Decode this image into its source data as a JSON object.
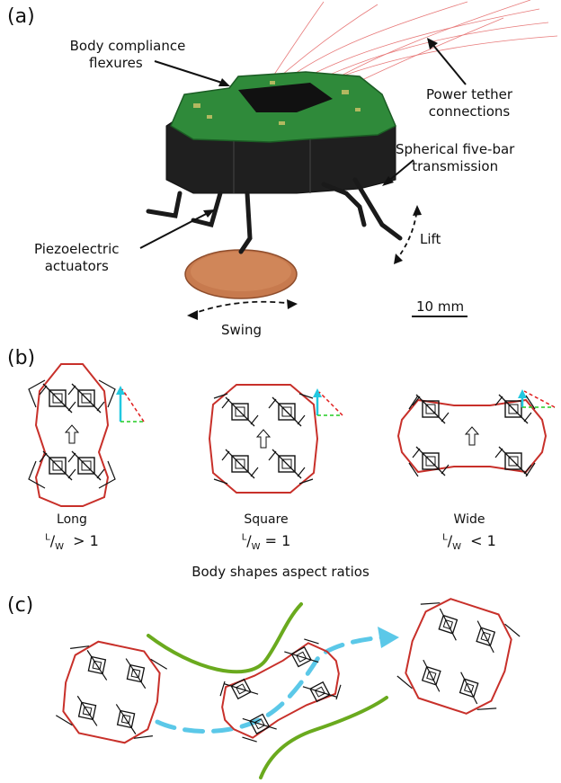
{
  "panels": {
    "a": {
      "letter": "(a)",
      "callouts": {
        "body_compliance": [
          "Body compliance",
          "flexures"
        ],
        "power_tether": [
          "Power tether",
          "connections"
        ],
        "five_bar": [
          "Spherical five-bar",
          "transmission"
        ],
        "piezo": [
          "Piezoelectric",
          "actuators"
        ],
        "lift": "Lift",
        "swing": "Swing",
        "scale_bar": "10 mm"
      }
    },
    "b": {
      "letter": "(b)",
      "shapes": [
        {
          "label": "Long",
          "ratio_l": "L",
          "ratio_w": "W",
          "ratio_rel": "> 1"
        },
        {
          "label": "Square",
          "ratio_l": "L",
          "ratio_w": "W",
          "ratio_rel": "= 1"
        },
        {
          "label": "Wide",
          "ratio_l": "L",
          "ratio_w": "W",
          "ratio_rel": "< 1"
        }
      ],
      "caption": "Body shapes aspect ratios"
    },
    "c": {
      "letter": "(c)"
    }
  },
  "colors": {
    "body_outline": "#c8302a",
    "path_arrow": "#5bc8e8",
    "walls": "#6aaa1e",
    "swing_vec": "#22cc22",
    "lift_vec": "#e02020",
    "resultant_vec": "#22c8e0",
    "pcb_green": "#2f8a3a",
    "body_black": "#222222",
    "penny": "#c77a4e"
  }
}
